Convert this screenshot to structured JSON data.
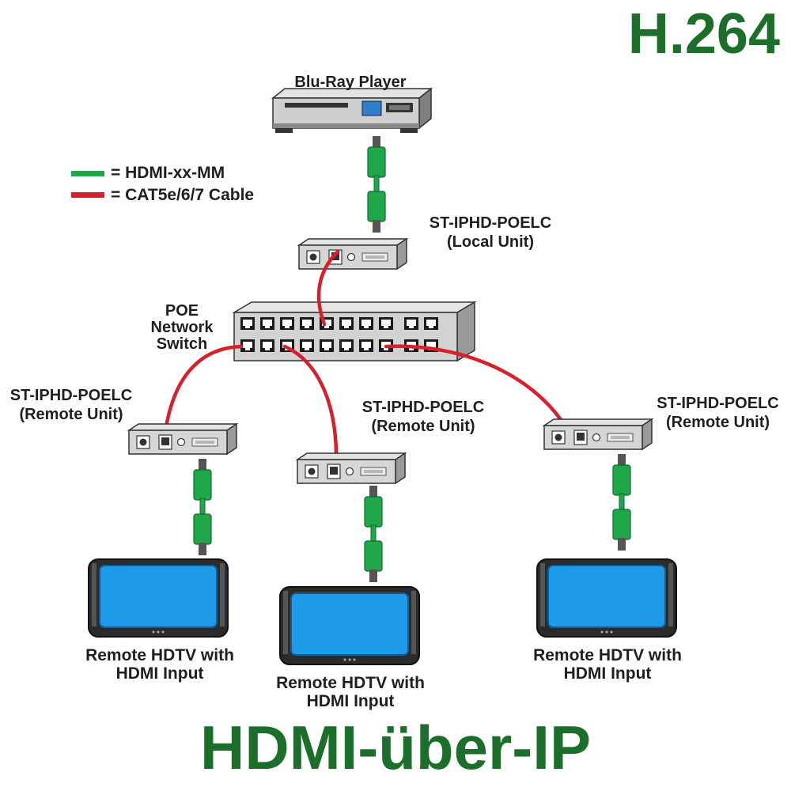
{
  "title": "H.264",
  "subtitle": "HDMI-über-IP",
  "legend": {
    "hdmi": "= HDMI-xx-MM",
    "cat": "= CAT5e/6/7 Cable"
  },
  "colors": {
    "hdmi_cable": "#1fa84a",
    "cat_cable": "#d9202a",
    "title_green": "#1b6f2a",
    "screen_blue": "#1e9be8"
  },
  "devices": {
    "source": "Blu-Ray Player",
    "local_unit": {
      "model": "ST-IPHD-POELC",
      "role": "(Local Unit)"
    },
    "switch": {
      "line1": "POE",
      "line2": "Network",
      "line3": "Switch"
    },
    "remote_left": {
      "model": "ST-IPHD-POELC",
      "role": "(Remote Unit)"
    },
    "remote_center": {
      "model": "ST-IPHD-POELC",
      "role": "(Remote Unit)"
    },
    "remote_right": {
      "model": "ST-IPHD-POELC",
      "role": "(Remote Unit)"
    },
    "tv_left": {
      "line1": "Remote HDTV with",
      "line2": "HDMI Input"
    },
    "tv_center": {
      "line1": "Remote HDTV with",
      "line2": "HDMI Input"
    },
    "tv_right": {
      "line1": "Remote HDTV with",
      "line2": "HDMI Input"
    }
  }
}
